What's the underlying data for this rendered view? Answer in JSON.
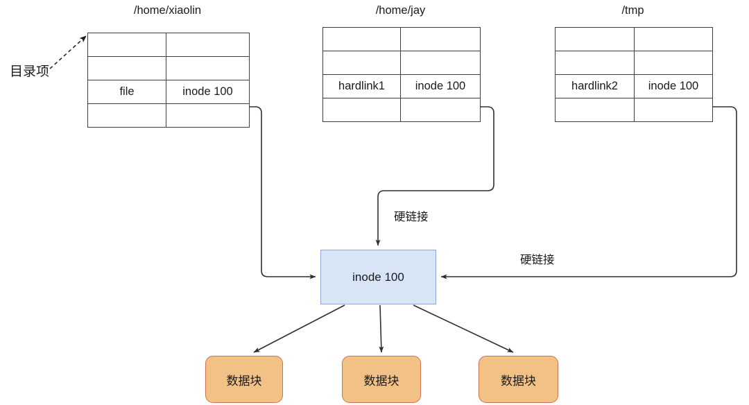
{
  "diagram": {
    "title_hidden": "hard link / inode filesystem diagram",
    "colors": {
      "name_file_fill": "#d9ead3",
      "name_link_fill": "#e8d9ea",
      "inode_cell_fill": "#d7e5f7",
      "inode_node_fill": "#d7e5f7",
      "inode_node_stroke": "#8faad4",
      "data_block_fill": "#f2c185",
      "data_block_stroke": "#d0714f",
      "table_border": "#3c3c3c",
      "edge_stroke": "#2f2f2f",
      "text": "#1a1a1a"
    },
    "annotations": {
      "directory_entry": "目录项"
    },
    "tables": [
      {
        "title": "/home/xiaolin",
        "rows": [
          {
            "name": "",
            "inode": "",
            "name_style": "empty",
            "inode_style": "empty"
          },
          {
            "name": "",
            "inode": "",
            "name_style": "empty",
            "inode_style": "empty"
          },
          {
            "name": "file",
            "inode": "inode 100",
            "name_style": "file",
            "inode_style": "inode"
          },
          {
            "name": "",
            "inode": "",
            "name_style": "empty",
            "inode_style": "empty"
          }
        ]
      },
      {
        "title": "/home/jay",
        "rows": [
          {
            "name": "",
            "inode": "",
            "name_style": "empty",
            "inode_style": "empty"
          },
          {
            "name": "",
            "inode": "",
            "name_style": "empty",
            "inode_style": "empty"
          },
          {
            "name": "hardlink1",
            "inode": "inode 100",
            "name_style": "link",
            "inode_style": "inode"
          },
          {
            "name": "",
            "inode": "",
            "name_style": "empty",
            "inode_style": "empty"
          }
        ]
      },
      {
        "title": "/tmp",
        "rows": [
          {
            "name": "",
            "inode": "",
            "name_style": "empty",
            "inode_style": "empty"
          },
          {
            "name": "",
            "inode": "",
            "name_style": "empty",
            "inode_style": "empty"
          },
          {
            "name": "hardlink2",
            "inode": "inode 100",
            "name_style": "link",
            "inode_style": "inode"
          },
          {
            "name": "",
            "inode": "",
            "name_style": "empty",
            "inode_style": "empty"
          }
        ]
      }
    ],
    "inode_node": {
      "label": "inode 100"
    },
    "data_blocks": [
      {
        "label": "数据块"
      },
      {
        "label": "数据块"
      },
      {
        "label": "数据块"
      }
    ],
    "edge_labels": [
      {
        "text": "硬链接"
      },
      {
        "text": "硬链接"
      }
    ]
  }
}
